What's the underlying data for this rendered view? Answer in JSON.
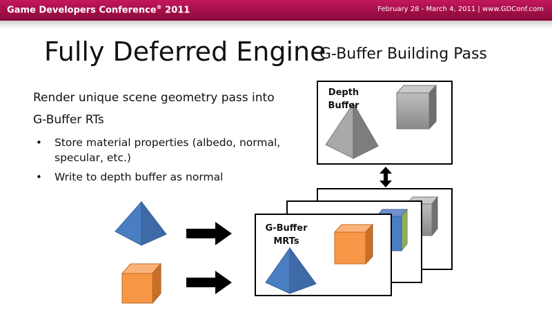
{
  "header": {
    "conference": "Game Developers Conference",
    "conference_reg": "®",
    "conference_year": " 2011",
    "dates": "February 28 - March 4, 2011 | www.GDConf.com",
    "accent_color": "#b3124f"
  },
  "title": {
    "main": "Fully Deferred Engine",
    "sub": "G-Buffer Building Pass"
  },
  "body": {
    "line1": "Render unique scene geometry pass into",
    "line2": "G-Buffer RTs",
    "bullets": [
      {
        "line1": "Store material properties (albedo, normal,",
        "line2": "specular, etc.)"
      },
      {
        "line1": "Write to depth buffer as normal",
        "line2": ""
      }
    ]
  },
  "diagram": {
    "depth_buffer_label_1": "Depth",
    "depth_buffer_label_2": "Buffer",
    "gbuffer_label_1": "G-Buffer",
    "gbuffer_label_2": "MRTs",
    "colors": {
      "pyramid_blue": "#4a7ec2",
      "cube_orange": "#f79646",
      "cube_green": "#9bbb59",
      "gray": "#8c8c8c"
    }
  }
}
